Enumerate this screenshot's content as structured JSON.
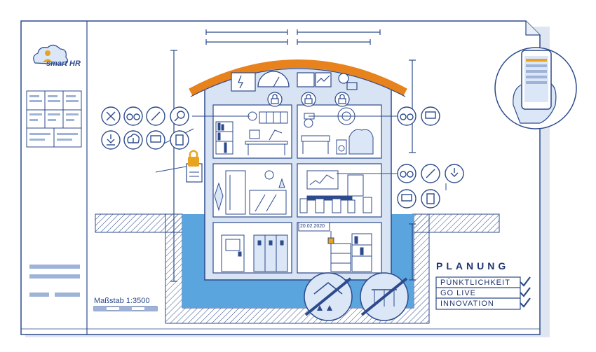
{
  "brand": {
    "logo_text": "smart HR"
  },
  "scale": {
    "label": "Maßstab 1:3500"
  },
  "planning": {
    "title": "PLANUNG",
    "items": [
      "PÜNKTLICHKEIT",
      "GO LIVE",
      "INNOVATION"
    ]
  },
  "calendar": {
    "date": "20.02.2020"
  },
  "colors": {
    "line": "#2c4a8c",
    "roof": "#e8821c",
    "water": "#5aa5de",
    "paper": "#e9eef7",
    "lock": "#e8a320"
  },
  "icons": [
    "cross-tools-icon",
    "glasses-icon",
    "pen-icon",
    "magnifier-icon",
    "download-icon",
    "upload-icon",
    "chat-icon",
    "document-icon",
    "lock-icon",
    "phone-icon",
    "checkmark-icon"
  ]
}
